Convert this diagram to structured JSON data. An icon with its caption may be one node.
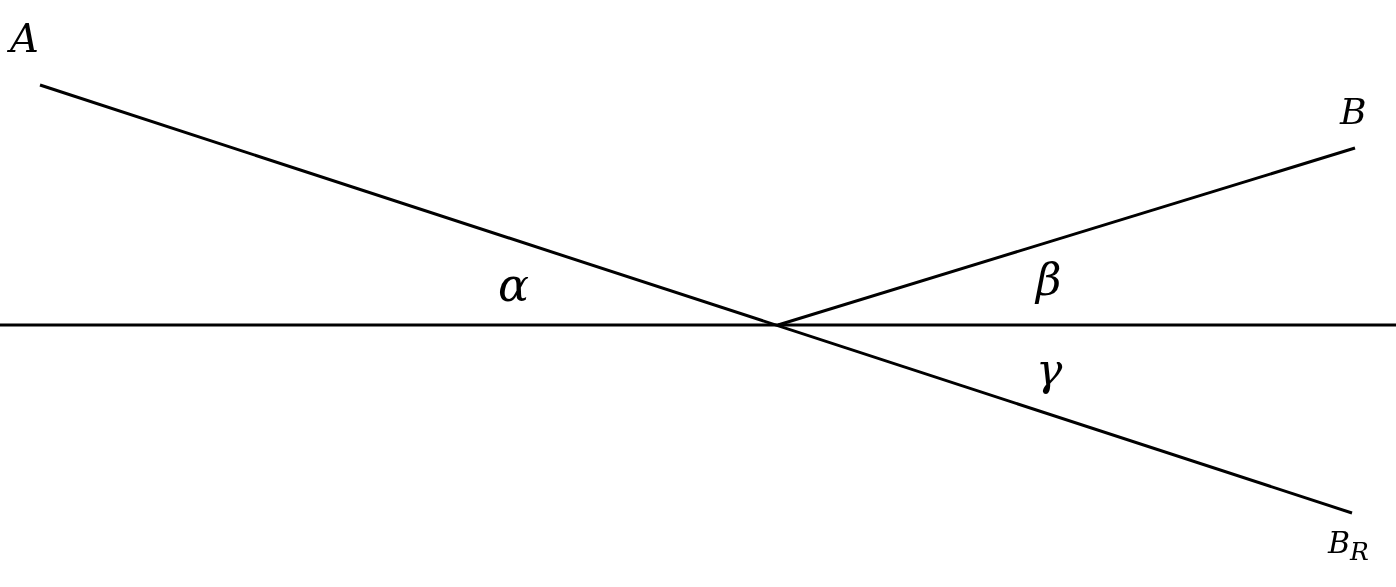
{
  "diagram": {
    "nodes": [
      {
        "text": [
          "A"
        ]
      },
      {
        "text": [
          "B"
        ]
      },
      {
        "text": [
          "B$_{R}$"
        ]
      }
    ],
    "edges": [
      {
        "from": 0,
        "to": 2,
        "arrow": "none"
      },
      {
        "from": 1,
        "to": null,
        "arrow": "none"
      }
    ],
    "labels": [
      "α",
      "β",
      "γ"
    ]
  }
}
